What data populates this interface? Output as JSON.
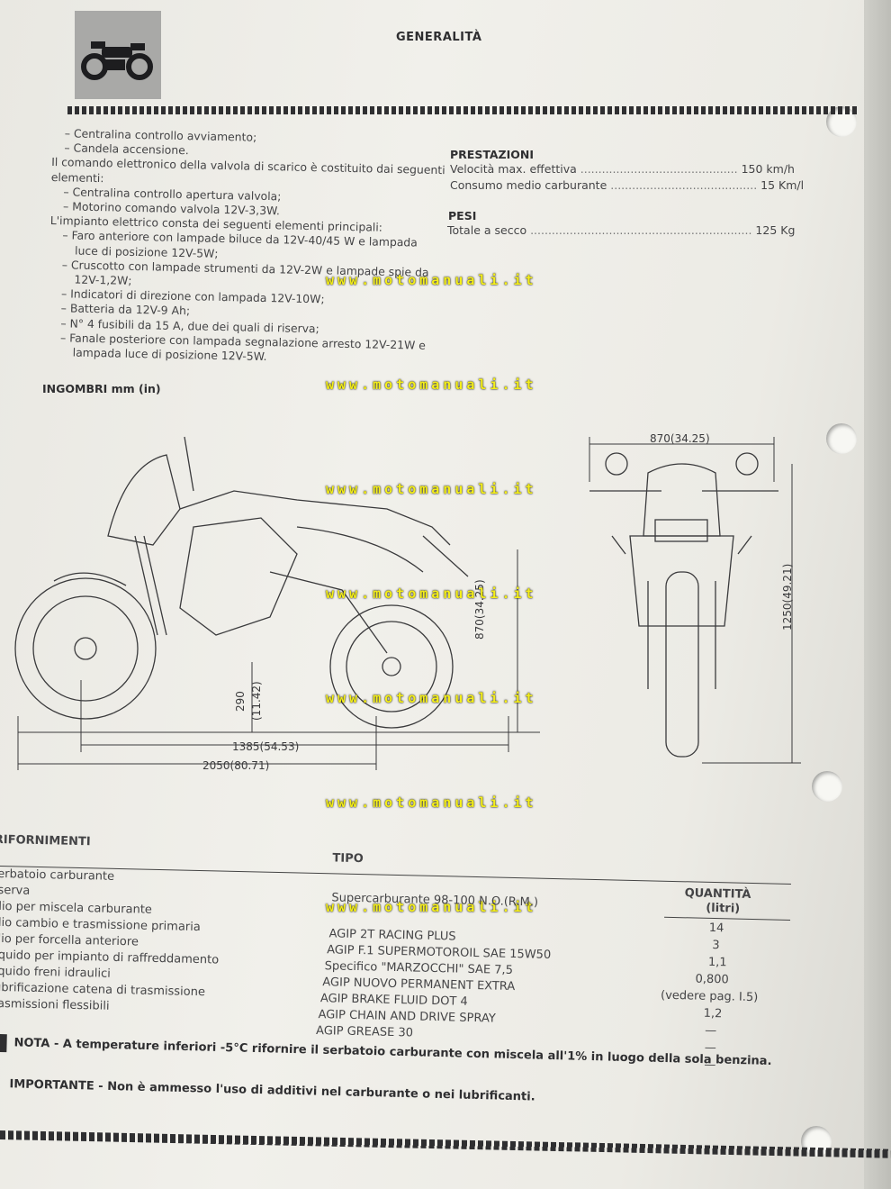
{
  "header": {
    "title": "GENERALITÀ",
    "icon": "motorcycle-icon"
  },
  "intro_lines": [
    "– Centralina controllo avviamento;",
    "– Candela accensione.",
    "Il comando elettronico della valvola di scarico è costituito dai seguenti",
    "elementi:",
    "– Centralina controllo apertura valvola;",
    "– Motorino comando valvola 12V-3,3W.",
    "L'impianto elettrico consta dei seguenti elementi principali:",
    "– Faro anteriore con lampade biluce da 12V-40/45 W e lampada",
    "luce di posizione 12V-5W;",
    "– Cruscotto con lampade strumenti da 12V-2W e lampade spie da",
    "12V-1,2W;",
    "– Indicatori di direzione con lampada 12V-10W;",
    "– Batteria da 12V-9 Ah;",
    "– N° 4 fusibili da 15 A, due dei quali di riserva;",
    "– Fanale posteriore con lampada segnalazione arresto 12V-21W e",
    "lampada luce di posizione 12V-5W."
  ],
  "prestazioni": {
    "heading": "PRESTAZIONI",
    "rows": [
      {
        "label": "Velocità max. effettiva",
        "value": "150 km/h"
      },
      {
        "label": "Consumo medio carburante",
        "value": "15 Km/l"
      }
    ]
  },
  "pesi": {
    "heading": "PESI",
    "rows": [
      {
        "label": "Totale a secco",
        "value": "125 Kg"
      }
    ]
  },
  "ingombri": {
    "heading": "INGOMBRI mm (in)",
    "dims": {
      "width": "870(34.25)",
      "height": "1250(49.21)",
      "seat_height": "870(34.25)",
      "ground_clearance": "290",
      "ground_clearance_in": "(11.42)",
      "wheelbase": "1385(54.53)",
      "length": "2050(80.71)"
    }
  },
  "watermark": "www.motomanuali.it",
  "rifornimenti": {
    "heading": "RIFORNIMENTI",
    "col_tipo": "TIPO",
    "col_quantita": "QUANTITÀ",
    "col_quantita_unit": "(litri)",
    "rows": [
      {
        "item": "Serbatoio carburante",
        "tipo": "Supercarburante 98-100 N.O.(R.M.)",
        "qty": "14"
      },
      {
        "item": "riserva",
        "tipo": "",
        "qty": "3"
      },
      {
        "item": "Olio per miscela carburante",
        "tipo": "AGIP 2T RACING PLUS",
        "qty": "1,1"
      },
      {
        "item": "Olio cambio e trasmissione primaria",
        "tipo": "AGIP F.1 SUPERMOTOROIL SAE 15W50",
        "qty": "0,800"
      },
      {
        "item": "Olio per forcella anteriore",
        "tipo": "Specifico \"MARZOCCHI\" SAE 7,5",
        "qty": "(vedere pag. I.5)"
      },
      {
        "item": "Liquido per impianto di raffreddamento",
        "tipo": "AGIP NUOVO PERMANENT EXTRA",
        "qty": "1,2"
      },
      {
        "item": "Liquido freni idraulici",
        "tipo": "AGIP BRAKE FLUID DOT 4",
        "qty": "—"
      },
      {
        "item": "Lubrificazione catena di trasmissione",
        "tipo": "AGIP CHAIN AND DRIVE SPRAY",
        "qty": "—"
      },
      {
        "item": "Trasmissioni flessibili",
        "tipo": "AGIP GREASE 30",
        "qty": "—"
      }
    ]
  },
  "nota": {
    "label": "NOTA",
    "text": " - A temperature inferiori -5°C rifornire il serbatoio carburante con miscela all'1% in luogo della sola benzina."
  },
  "importante": {
    "label": "IMPORTANTE",
    "text": " - Non è ammesso l'uso di additivi nel carburante o nei lubrificanti."
  }
}
